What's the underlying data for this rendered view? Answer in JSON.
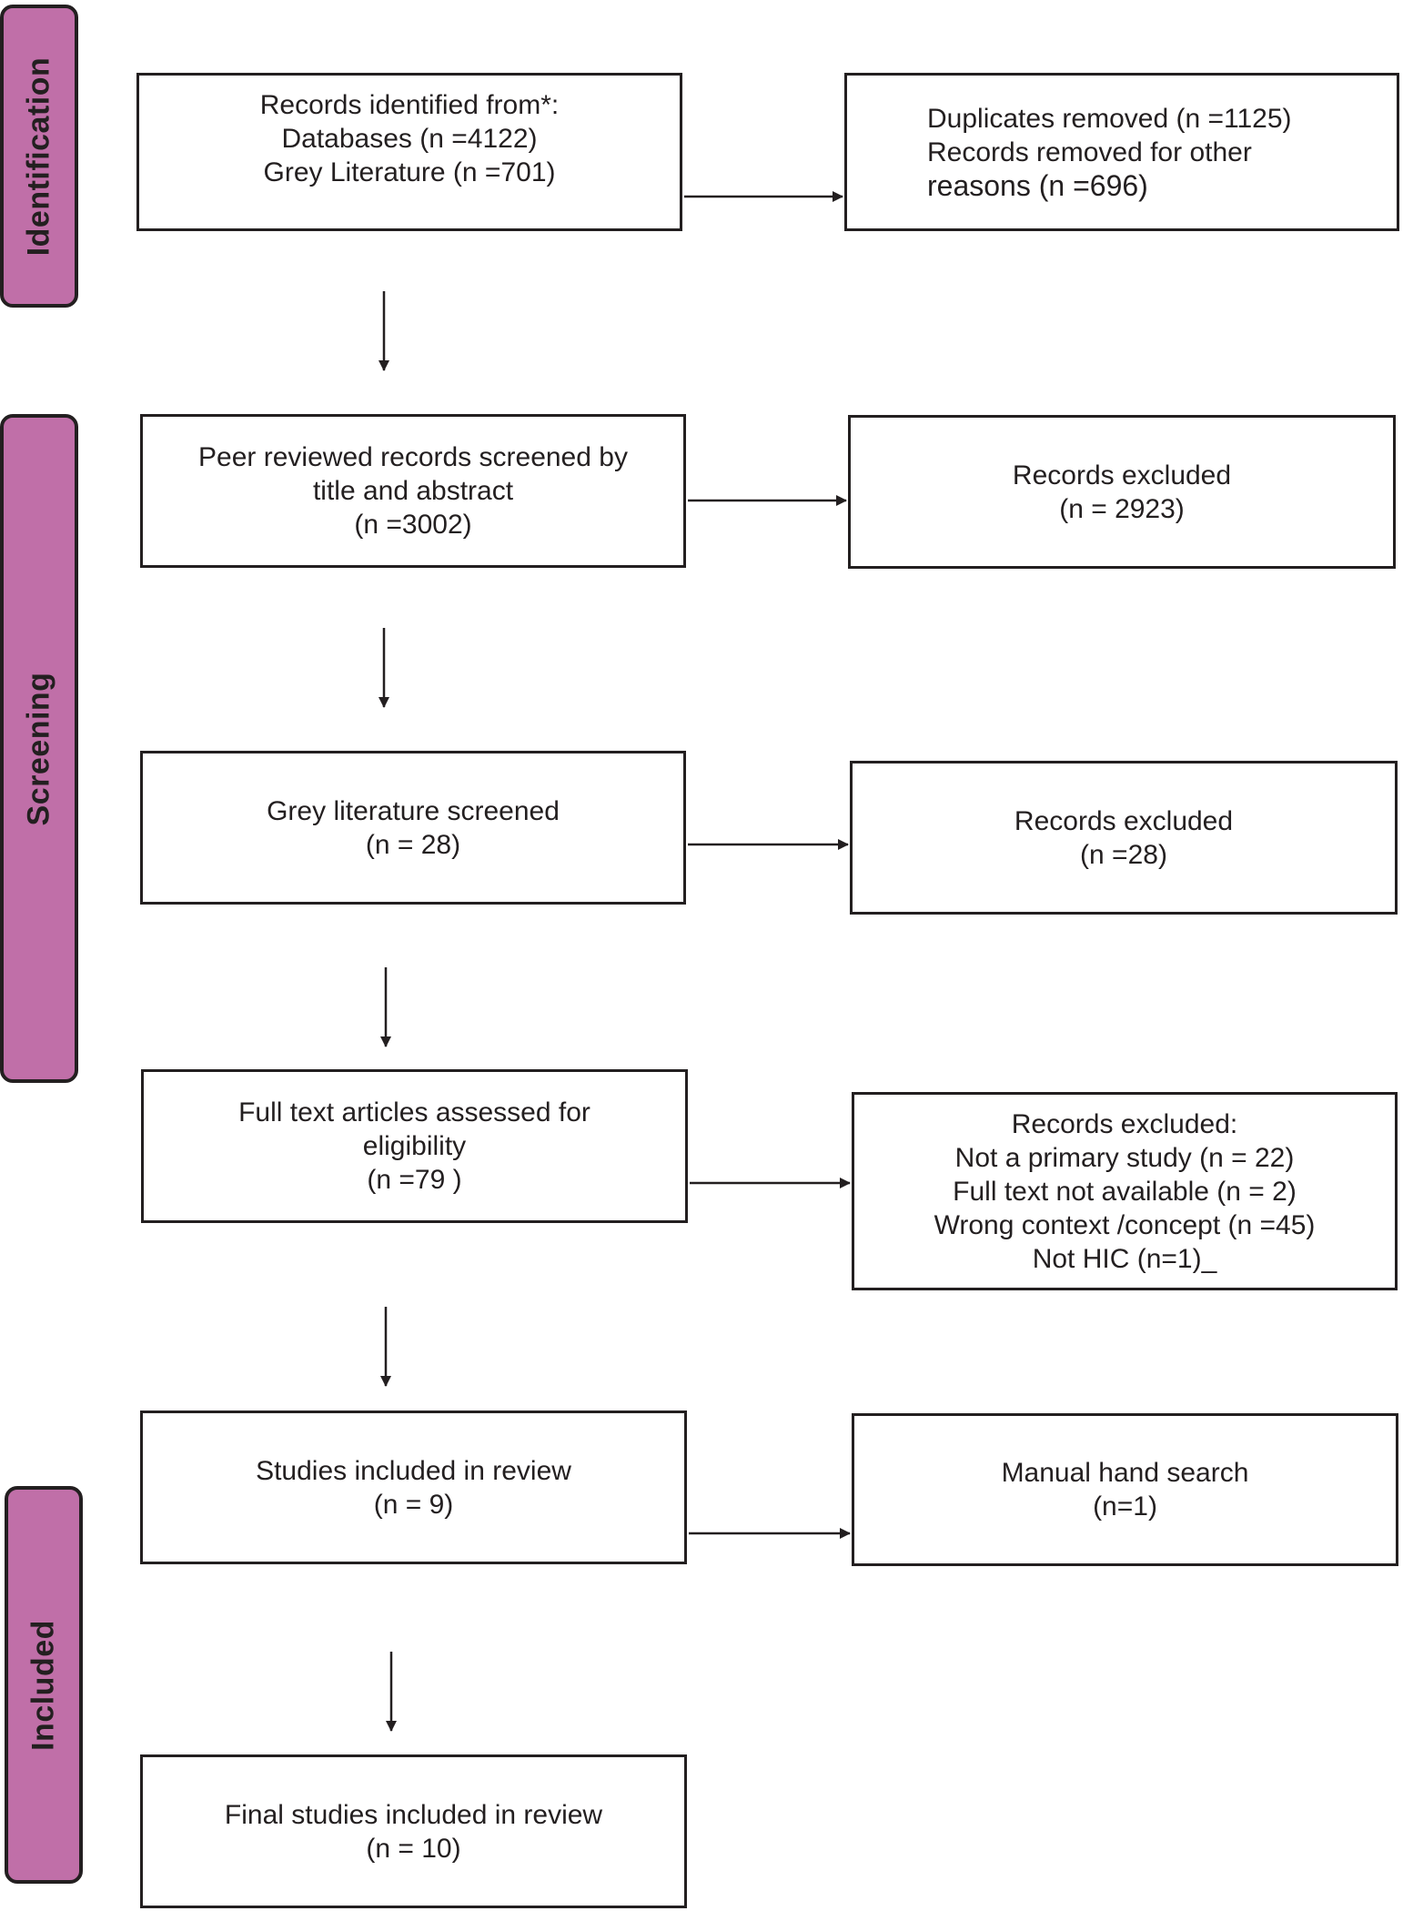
{
  "phases": {
    "identification": "Identification",
    "screening": "Screening",
    "included": "Included"
  },
  "boxes": {
    "records_identified": [
      "Records identified from*:",
      "Databases (n =4122)",
      "Grey Literature (n =701)"
    ],
    "duplicates_removed": [
      "Duplicates removed (n =1125)",
      "Records removed for other",
      "reasons (n =696)"
    ],
    "peer_screened": [
      "Peer reviewed records screened by",
      "title and abstract",
      "(n =3002)"
    ],
    "peer_excluded": [
      "Records excluded",
      "(n = 2923)"
    ],
    "grey_screened": [
      "Grey literature screened",
      "(n = 28)"
    ],
    "grey_excluded": [
      "Records excluded",
      "(n =28)"
    ],
    "full_text": [
      "Full text articles assessed for",
      "eligibility",
      "(n =79 )"
    ],
    "full_text_excluded": [
      "Records excluded:",
      "Not a primary study (n = 22)",
      "Full text not available (n = 2)",
      "Wrong context /concept (n =45)",
      "Not HIC (n=1)_"
    ],
    "studies_included": [
      "Studies included in review",
      "(n = 9)"
    ],
    "hand_search": [
      "Manual hand search",
      "(n=1)"
    ],
    "final_included": [
      "Final studies included in review",
      "(n = 10)"
    ]
  },
  "colors": {
    "phase_fill": "#c06fa8",
    "stroke": "#231f20"
  }
}
